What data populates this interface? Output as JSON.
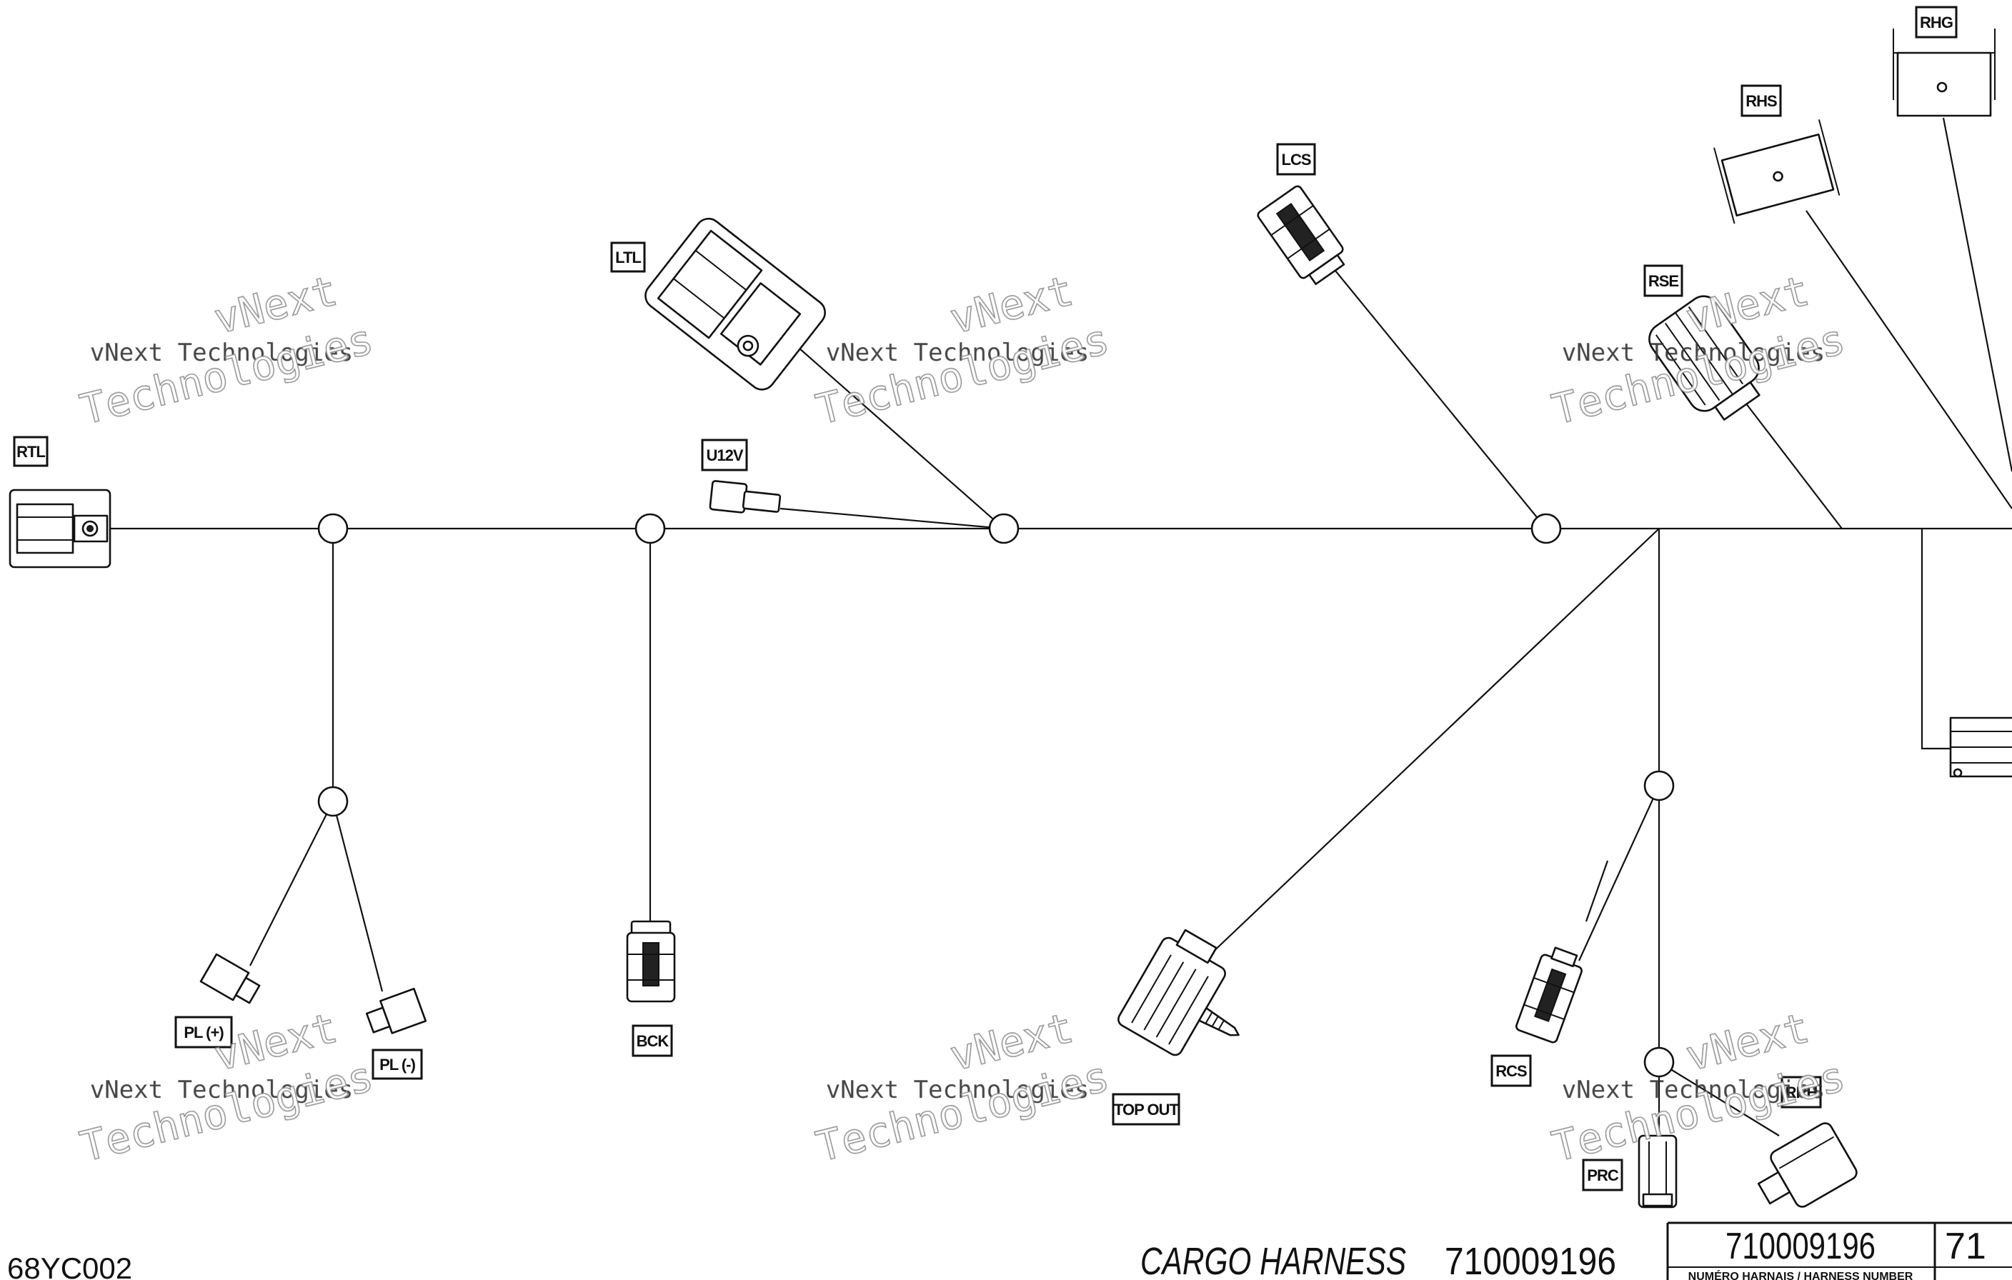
{
  "diagram": {
    "connectors": {
      "rtl": "RTL",
      "ltl": "LTL",
      "u12v": "U12V",
      "lcs": "LCS",
      "rse": "RSE",
      "rhs": "RHS",
      "rhg": "RHG",
      "pl_plus": "PL (+)",
      "pl_minus": "PL (-)",
      "bck": "BCK",
      "top_out": "TOP OUT",
      "rcs": "RCS",
      "rrh": "RRH",
      "prc": "PRC"
    },
    "watermark": {
      "line1": "vNext",
      "line2": "vNext Technologies",
      "line3": "Technologies"
    }
  },
  "footer": {
    "reference_code": "68YC002",
    "title": "CARGO HARNESS",
    "harness_number": "710009196"
  },
  "title_block": {
    "harness_number_value": "710009196",
    "harness_number_caption": "NUMÉRO HARNAIS / HARNESS NUMBER",
    "next_column_value": "71"
  }
}
